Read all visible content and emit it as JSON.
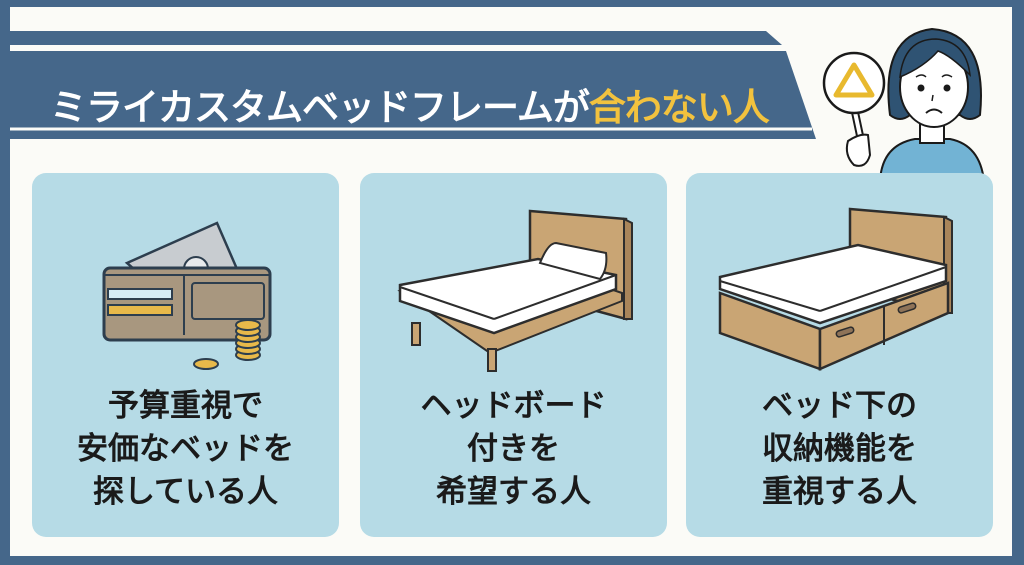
{
  "header": {
    "title_main": "ミライカスタムベッドフレームが",
    "title_highlight": "合わない人"
  },
  "character": {
    "sign_symbol": "△",
    "expression": "worried"
  },
  "cards": [
    {
      "icon": "wallet-icon",
      "lines": [
        "予算重視で",
        "安価なベッドを",
        "探している人"
      ]
    },
    {
      "icon": "bed-headboard-icon",
      "lines": [
        "ヘッドボード",
        "付きを",
        "希望する人"
      ]
    },
    {
      "icon": "storage-bed-icon",
      "lines": [
        "ベッド下の",
        "収納機能を",
        "重視する人"
      ]
    }
  ],
  "colors": {
    "navy": "#45678a",
    "highlight": "#f2c23e",
    "card_bg": "#b6dbe6",
    "wood": "#c9a574"
  }
}
